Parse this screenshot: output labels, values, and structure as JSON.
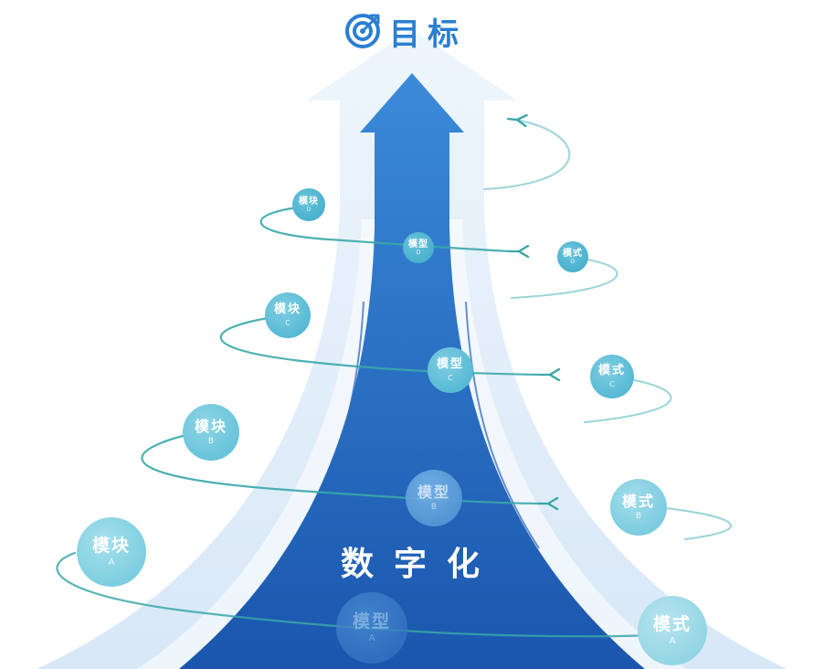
{
  "goal": {
    "label": "目标",
    "icon": "target-icon"
  },
  "main_label": "数字化",
  "colors": {
    "arrow_dark": "#1f5fb4",
    "arrow_light": "#e6f0fa",
    "spiral": "#3aa7a8",
    "bubble": "#5fbfd6",
    "goal_text": "#2b7fd0"
  },
  "levels": [
    {
      "letter": "A",
      "module": "模块",
      "model": "模型",
      "mode": "模式"
    },
    {
      "letter": "B",
      "module": "模块",
      "model": "模型",
      "mode": "模式"
    },
    {
      "letter": "C",
      "module": "模块",
      "model": "模型",
      "mode": "模式"
    },
    {
      "letter": "D",
      "module": "模块",
      "model": "模型",
      "mode": "模式"
    }
  ]
}
